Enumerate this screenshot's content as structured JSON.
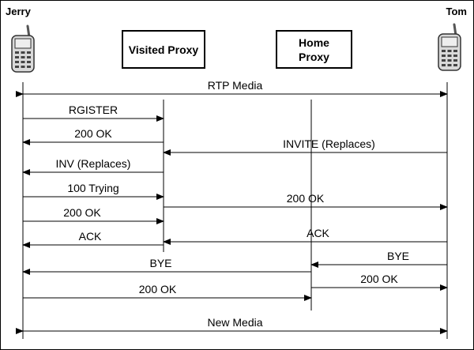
{
  "parties": {
    "left": "Jerry",
    "right": "Tom"
  },
  "proxies": {
    "visited": "Visited Proxy",
    "home": "Home Proxy"
  },
  "icons": {
    "left_phone": "mobile-phone-icon",
    "right_phone": "mobile-phone-icon"
  },
  "messages": [
    {
      "label": "RTP Media",
      "from": "Jerry",
      "to": "Tom",
      "bidirectional": true
    },
    {
      "label": "RGISTER",
      "from": "Jerry",
      "to": "Visited Proxy"
    },
    {
      "label": "200 OK",
      "from": "Visited Proxy",
      "to": "Jerry"
    },
    {
      "label": "INVITE (Replaces)",
      "from": "Tom",
      "to": "Visited Proxy"
    },
    {
      "label": "INV (Replaces)",
      "from": "Visited Proxy",
      "to": "Jerry"
    },
    {
      "label": "100 Trying",
      "from": "Jerry",
      "to": "Visited Proxy"
    },
    {
      "label": "200 OK",
      "from": "Visited Proxy",
      "to": "Tom"
    },
    {
      "label": "200 OK",
      "from": "Jerry",
      "to": "Visited Proxy"
    },
    {
      "label": "ACK",
      "from": "Visited Proxy",
      "to": "Jerry"
    },
    {
      "label": "ACK",
      "from": "Tom",
      "to": "Visited Proxy"
    },
    {
      "label": "BYE",
      "from": "Tom",
      "to": "Home Proxy"
    },
    {
      "label": "BYE",
      "from": "Home Proxy",
      "to": "Jerry"
    },
    {
      "label": "200 OK",
      "from": "Home Proxy",
      "to": "Tom"
    },
    {
      "label": "200 OK",
      "from": "Jerry",
      "to": "Home Proxy"
    },
    {
      "label": "New Media",
      "from": "Jerry",
      "to": "Tom",
      "bidirectional": true
    }
  ]
}
